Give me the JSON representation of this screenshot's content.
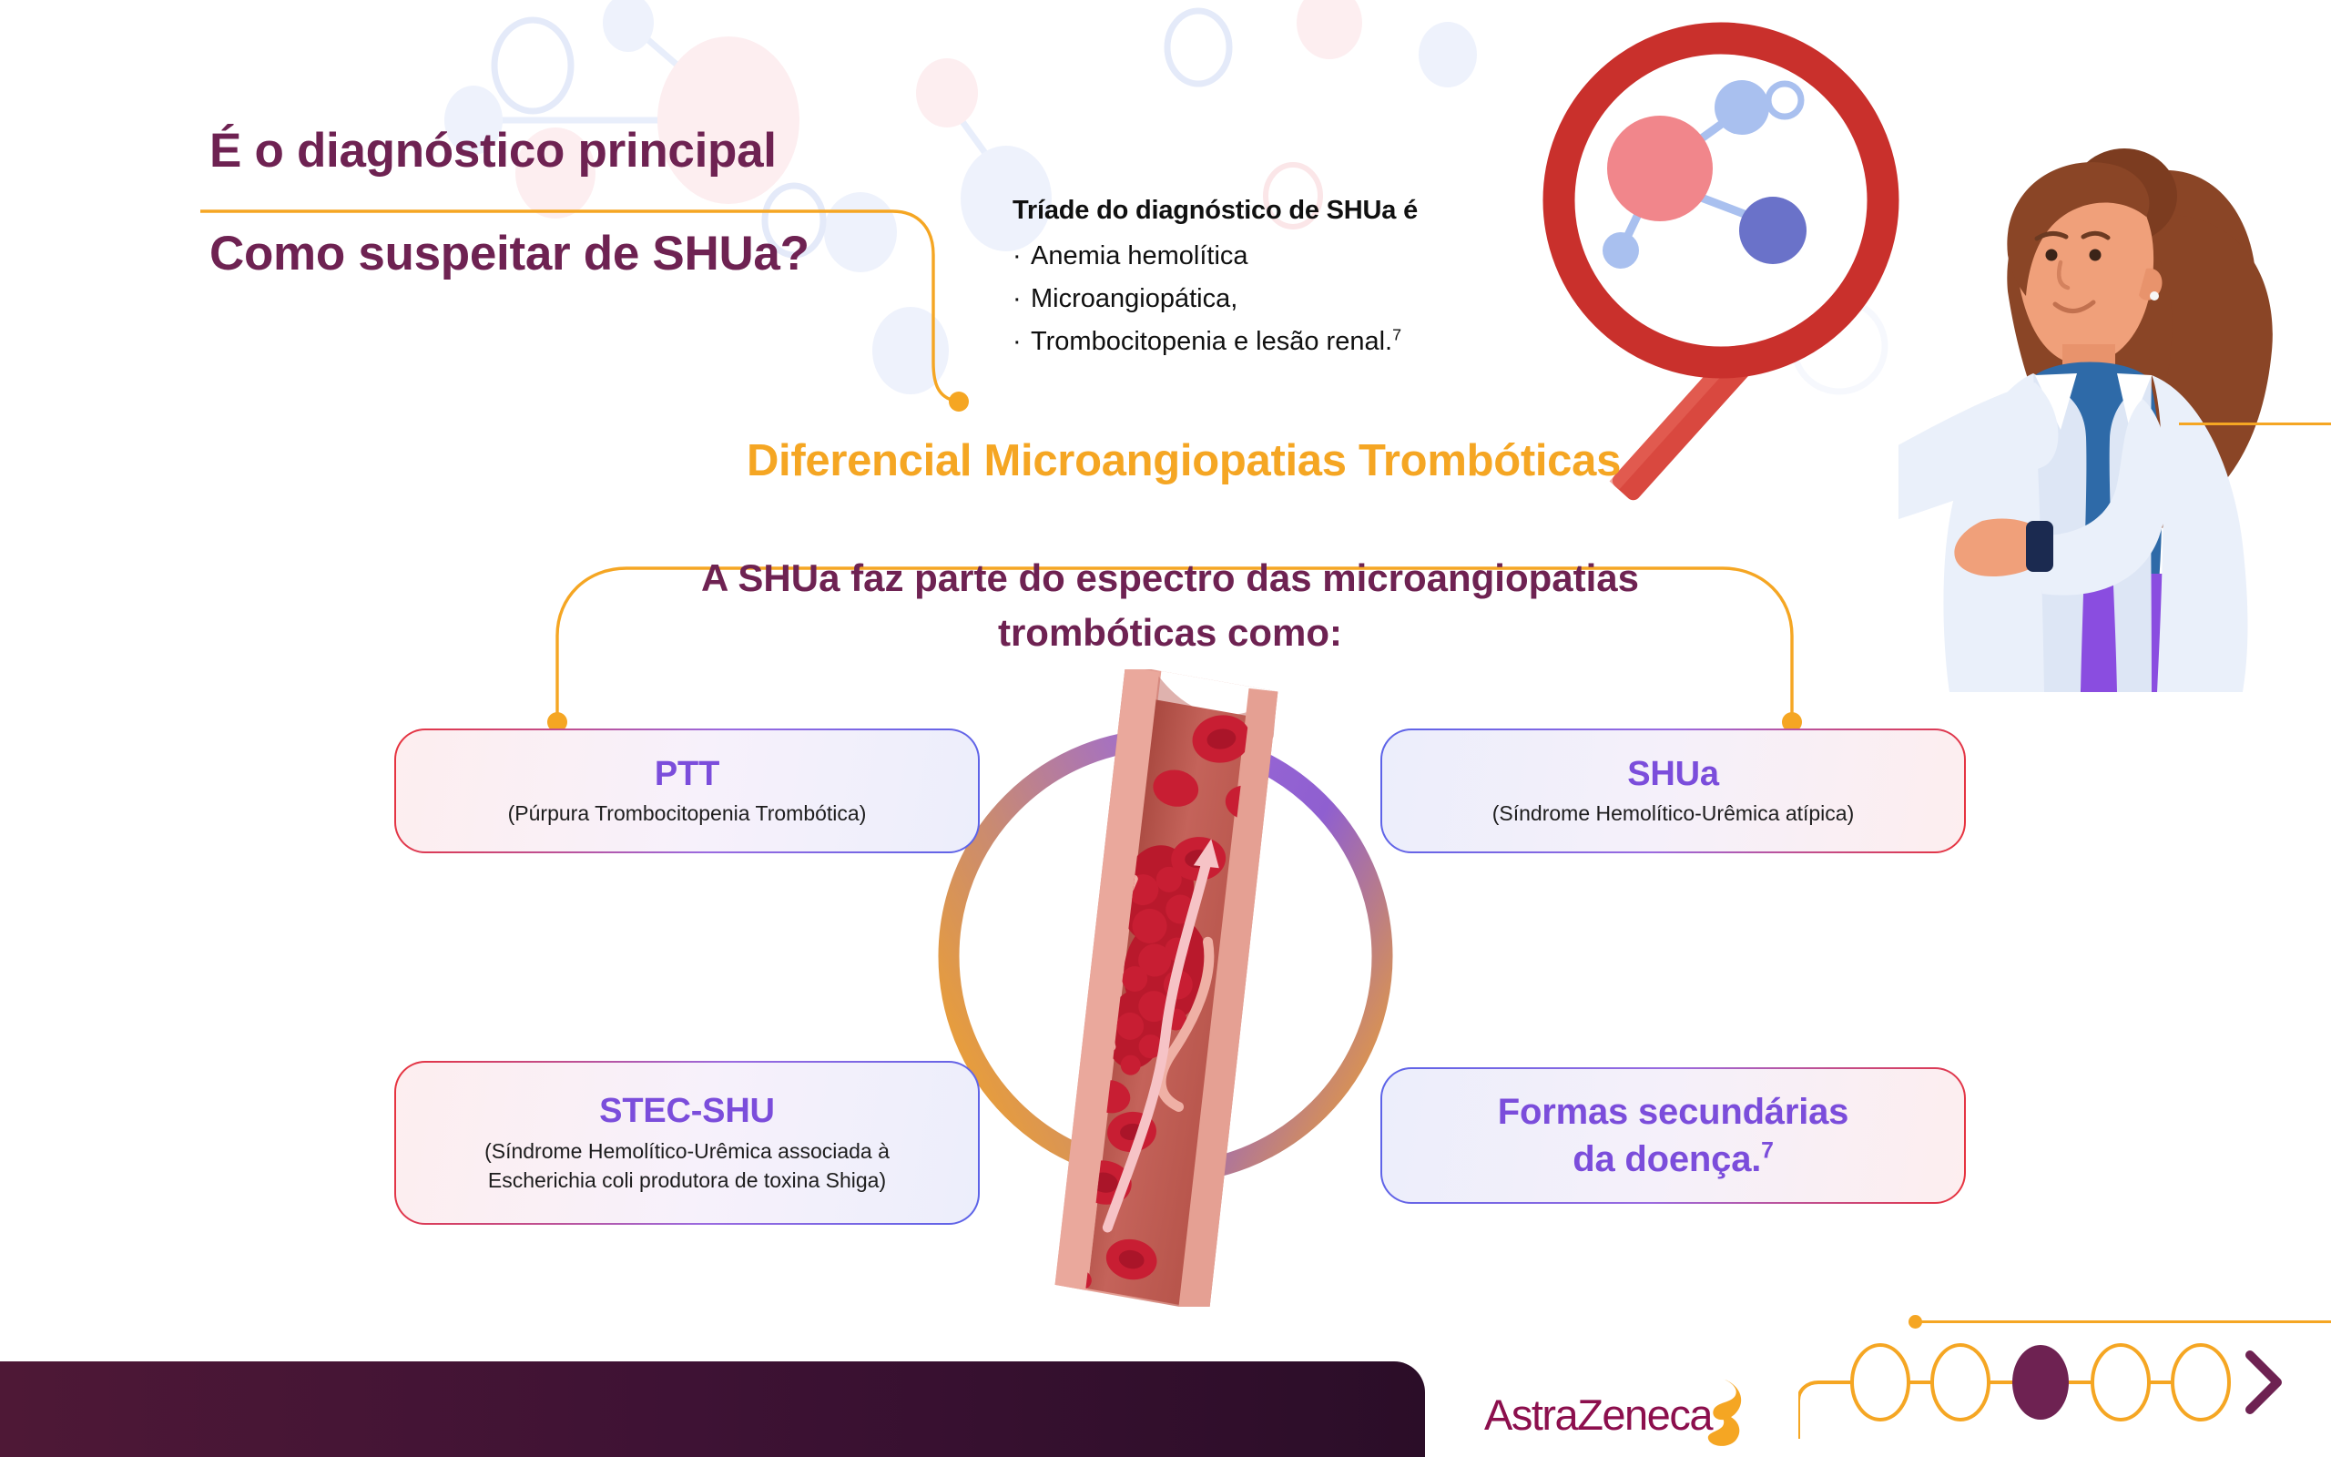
{
  "header": {
    "title_line1": "É o diagnóstico principal",
    "title_line2": "Como suspeitar de SHUa?"
  },
  "triad": {
    "heading": "Tríade do diagnóstico de SHUa é",
    "items": [
      "Anemia hemolítica",
      "Microangiopática,",
      "Trombocitopenia e lesão renal."
    ],
    "reference": "7"
  },
  "section": {
    "orange_heading": "Diferencial Microangiopatias Trombóticas",
    "subtitle_line1": "A SHUa faz parte do espectro das microangiopatias",
    "subtitle_line2": "trombóticas como:"
  },
  "cards": [
    {
      "id": "ptt",
      "title": "PTT",
      "subtitle": "(Púrpura Trombocitopenia Trombótica)"
    },
    {
      "id": "shua",
      "title": "SHUa",
      "subtitle": "(Síndrome Hemolítico-Urêmica atípica)"
    },
    {
      "id": "stec-shu",
      "title": "STEC-SHU",
      "subtitle_line1": "(Síndrome Hemolítico-Urêmica associada à",
      "subtitle_line2": "Escherichia coli produtora de toxina Shiga)"
    },
    {
      "id": "formas-secundarias",
      "title_line1": "Formas secundárias",
      "title_line2": "da doença.",
      "reference": "7"
    }
  ],
  "footer": {
    "brand": "AstraZeneca",
    "pagination": {
      "total": 5,
      "active_index": 3
    },
    "next_label": "›"
  },
  "colors": {
    "plum": "#6e2252",
    "orange": "#f5a623",
    "purple": "#7b4ddb",
    "red": "#c9302c",
    "blue": "#6b7fd7",
    "text": "#101010"
  },
  "illustration": {
    "magnifier": "magnifying-glass-with-molecule",
    "doctor": "female-doctor-holding-magnifier",
    "center": "blood-vessel-with-thrombus"
  }
}
